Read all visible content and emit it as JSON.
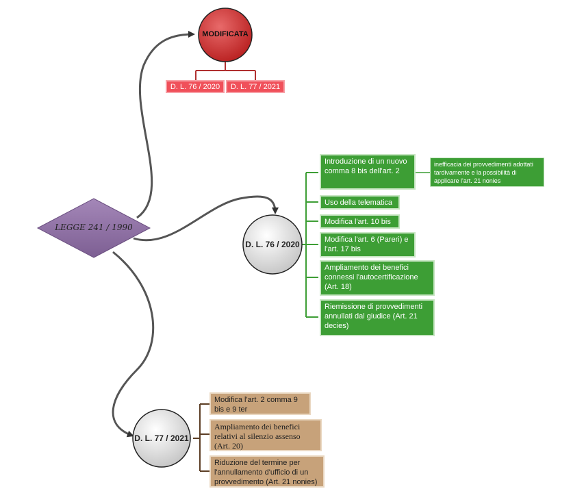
{
  "center": {
    "label": "LEGGE 241 / 1990"
  },
  "modificata": {
    "label": "MODIFICATA",
    "children": [
      "D. L. 76 / 2020",
      "D. L. 77 / 2021"
    ]
  },
  "dl76": {
    "label": "D. L. 76 / 2020",
    "items": [
      "Introduzione di un nuovo comma 8 bis dell'art. 2",
      "Uso della telematica",
      "Modifica l'art. 10 bis",
      "Modifica l'art. 6 (Pareri) e l'art. 17 bis",
      "Ampliamento dei benefici connessi l'autocertificazione (Art. 18)",
      "Riemissione di provvedimenti annullati dal giudice (Art. 21 decies)"
    ],
    "note": "inefficacia dei provvedimenti adottati tardivamente e la possibilità di applicare l'art. 21 nonies"
  },
  "dl77": {
    "label": "D. L. 77 / 2021",
    "items": [
      "Modifica l'art. 2 comma 9 bis e 9 ter",
      "Ampliamento dei benefici relativi al silenzio assenso (Art. 20)",
      "Riduzione del termine per l'annullamento d'ufficio di un provvedimento (Art. 21 nonies)"
    ]
  },
  "colors": {
    "red_node": "#cc2b2b",
    "green": "#3d9e35",
    "tan": "#c7a27a",
    "diamond": "#8e6fa3",
    "circle": "#d9d9d9",
    "connector": "#555555"
  }
}
